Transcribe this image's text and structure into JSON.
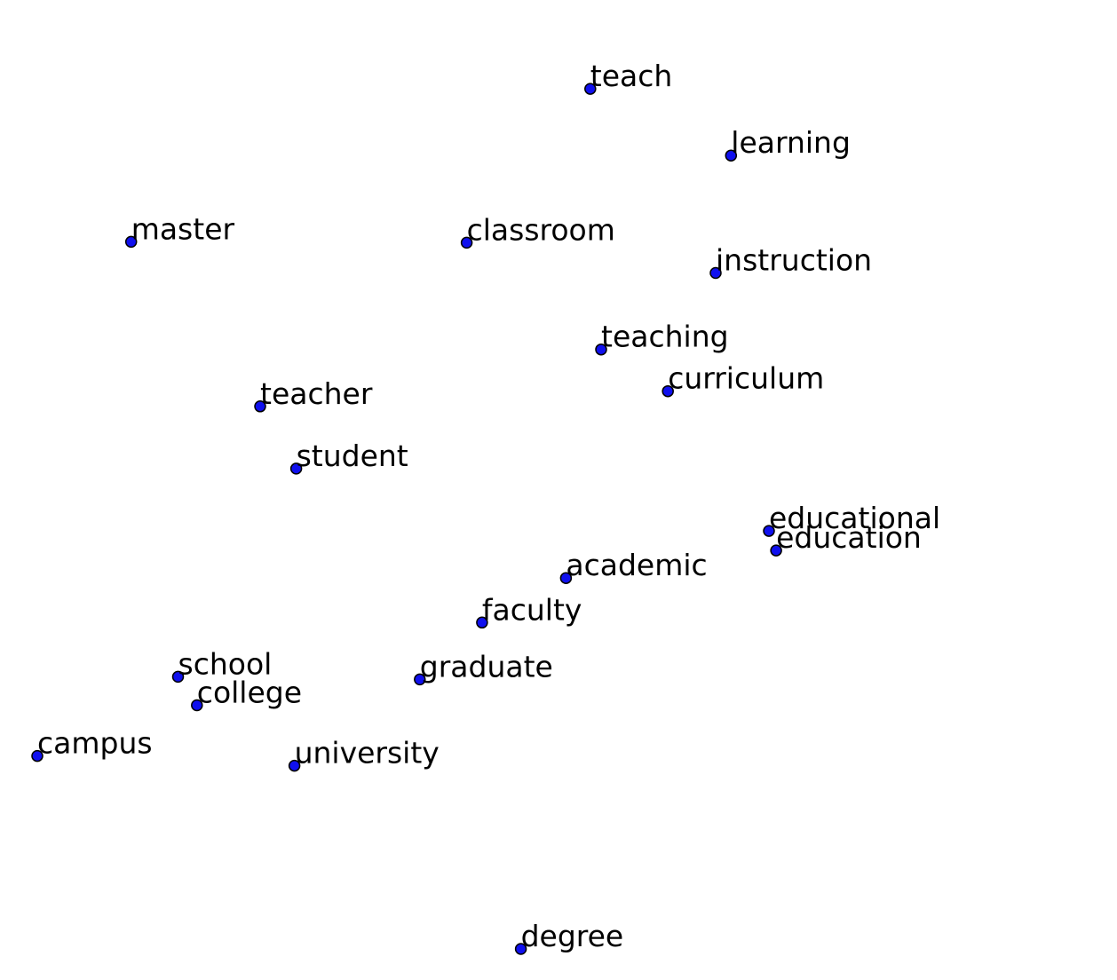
{
  "chart_data": {
    "type": "scatter",
    "title": "",
    "xlabel": "",
    "ylabel": "",
    "grid": false,
    "axes_visible": false,
    "marker_color": "#1010ee",
    "marker_edge_color": "#000000",
    "xlim": [
      0,
      100
    ],
    "ylim": [
      0,
      100
    ],
    "points": [
      {
        "label": "teach",
        "x": 61.3,
        "y": 96.7
      },
      {
        "label": "learning",
        "x": 76.9,
        "y": 89.2
      },
      {
        "label": "master",
        "x": 10.4,
        "y": 79.5
      },
      {
        "label": "classroom",
        "x": 47.6,
        "y": 79.4
      },
      {
        "label": "instruction",
        "x": 75.2,
        "y": 76.0
      },
      {
        "label": "teaching",
        "x": 62.5,
        "y": 67.4
      },
      {
        "label": "curriculum",
        "x": 69.9,
        "y": 62.7
      },
      {
        "label": "teacher",
        "x": 24.7,
        "y": 61.0
      },
      {
        "label": "student",
        "x": 28.7,
        "y": 54.0
      },
      {
        "label": "educational",
        "x": 81.1,
        "y": 47.0
      },
      {
        "label": "education",
        "x": 81.9,
        "y": 44.8
      },
      {
        "label": "academic",
        "x": 58.6,
        "y": 41.7
      },
      {
        "label": "faculty",
        "x": 49.3,
        "y": 36.7
      },
      {
        "label": "school",
        "x": 15.6,
        "y": 30.6
      },
      {
        "label": "graduate",
        "x": 42.4,
        "y": 30.3
      },
      {
        "label": "college",
        "x": 17.7,
        "y": 27.4
      },
      {
        "label": "campus",
        "x": 0.0,
        "y": 21.7
      },
      {
        "label": "university",
        "x": 28.5,
        "y": 20.6
      },
      {
        "label": "degree",
        "x": 53.6,
        "y": 0.0
      }
    ]
  }
}
